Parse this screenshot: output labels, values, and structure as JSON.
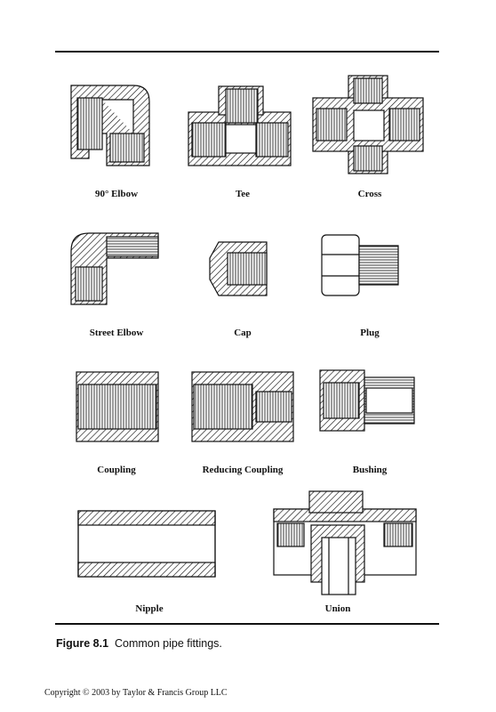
{
  "figure": {
    "labels": [
      "90° Elbow",
      "Tee",
      "Cross",
      "Street Elbow",
      "Cap",
      "Plug",
      "Coupling",
      "Reducing Coupling",
      "Bushing",
      "Nipple",
      "Union"
    ],
    "caption_number": "Figure 8.1",
    "caption_text": "Common pipe fittings."
  },
  "footer": {
    "copyright": "Copyright © 2003 by Taylor & Francis Group LLC"
  }
}
